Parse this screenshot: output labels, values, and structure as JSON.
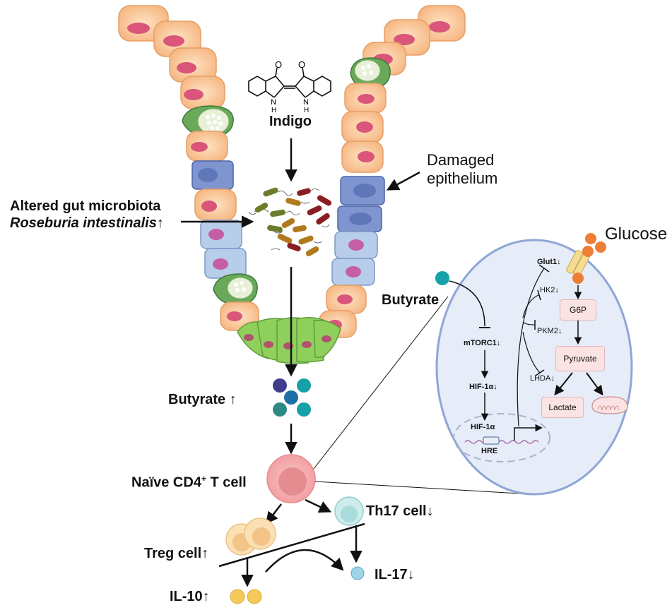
{
  "labels": {
    "indigo": "Indigo",
    "damaged_epithelium_line1": "Damaged",
    "damaged_epithelium_line2": "epithelium",
    "altered_microbiota_line1": "Altered gut microbiota",
    "altered_microbiota_line2": "Roseburia intestinalis",
    "altered_microbiota_arrow": "↑",
    "butyrate_up": "Butyrate ↑",
    "naive_t_cell_prefix": "Naïve CD4",
    "naive_t_cell_sup": "+",
    "naive_t_cell_suffix": " T cell",
    "th17": "Th17 cell↓",
    "treg": "Treg cell↑",
    "il10": "IL-10↑",
    "il17": "IL-17↓",
    "glucose": "Glucose",
    "butyrate": "Butyrate"
  },
  "pathway": {
    "glut1": "Glut1↓",
    "hk2": "HK2↓",
    "pkm2": "PKM2↓",
    "lhda": "LHDA↓",
    "mtorc1": "mTORC1↓",
    "hif1a_down": "HIF-1α↓",
    "hif1a": "HIF-1α",
    "hre": "HRE",
    "g6p": "G6P",
    "pyruvate": "Pyruvate",
    "lactate": "Lactate"
  },
  "indigo_molecule": {
    "atom_o": "O",
    "atom_nh": "N",
    "atom_h": "H"
  },
  "colors": {
    "cell_cytoplasm": "#f9c99b",
    "cell_nucleus": "#d9567a",
    "goblet": "#6aa85a",
    "damaged": "#5d77b9",
    "damaged_light": "#b7cdea",
    "crypt_base": "#8fcf5c",
    "zoom_circle": "#e6ecf8",
    "zoom_border": "#8fa6d6",
    "butyrate_teal": "#1b9ba4",
    "glucose_orange": "#ee7d36",
    "treg": "#f6cf8e",
    "th17": "#b9e3e3"
  }
}
